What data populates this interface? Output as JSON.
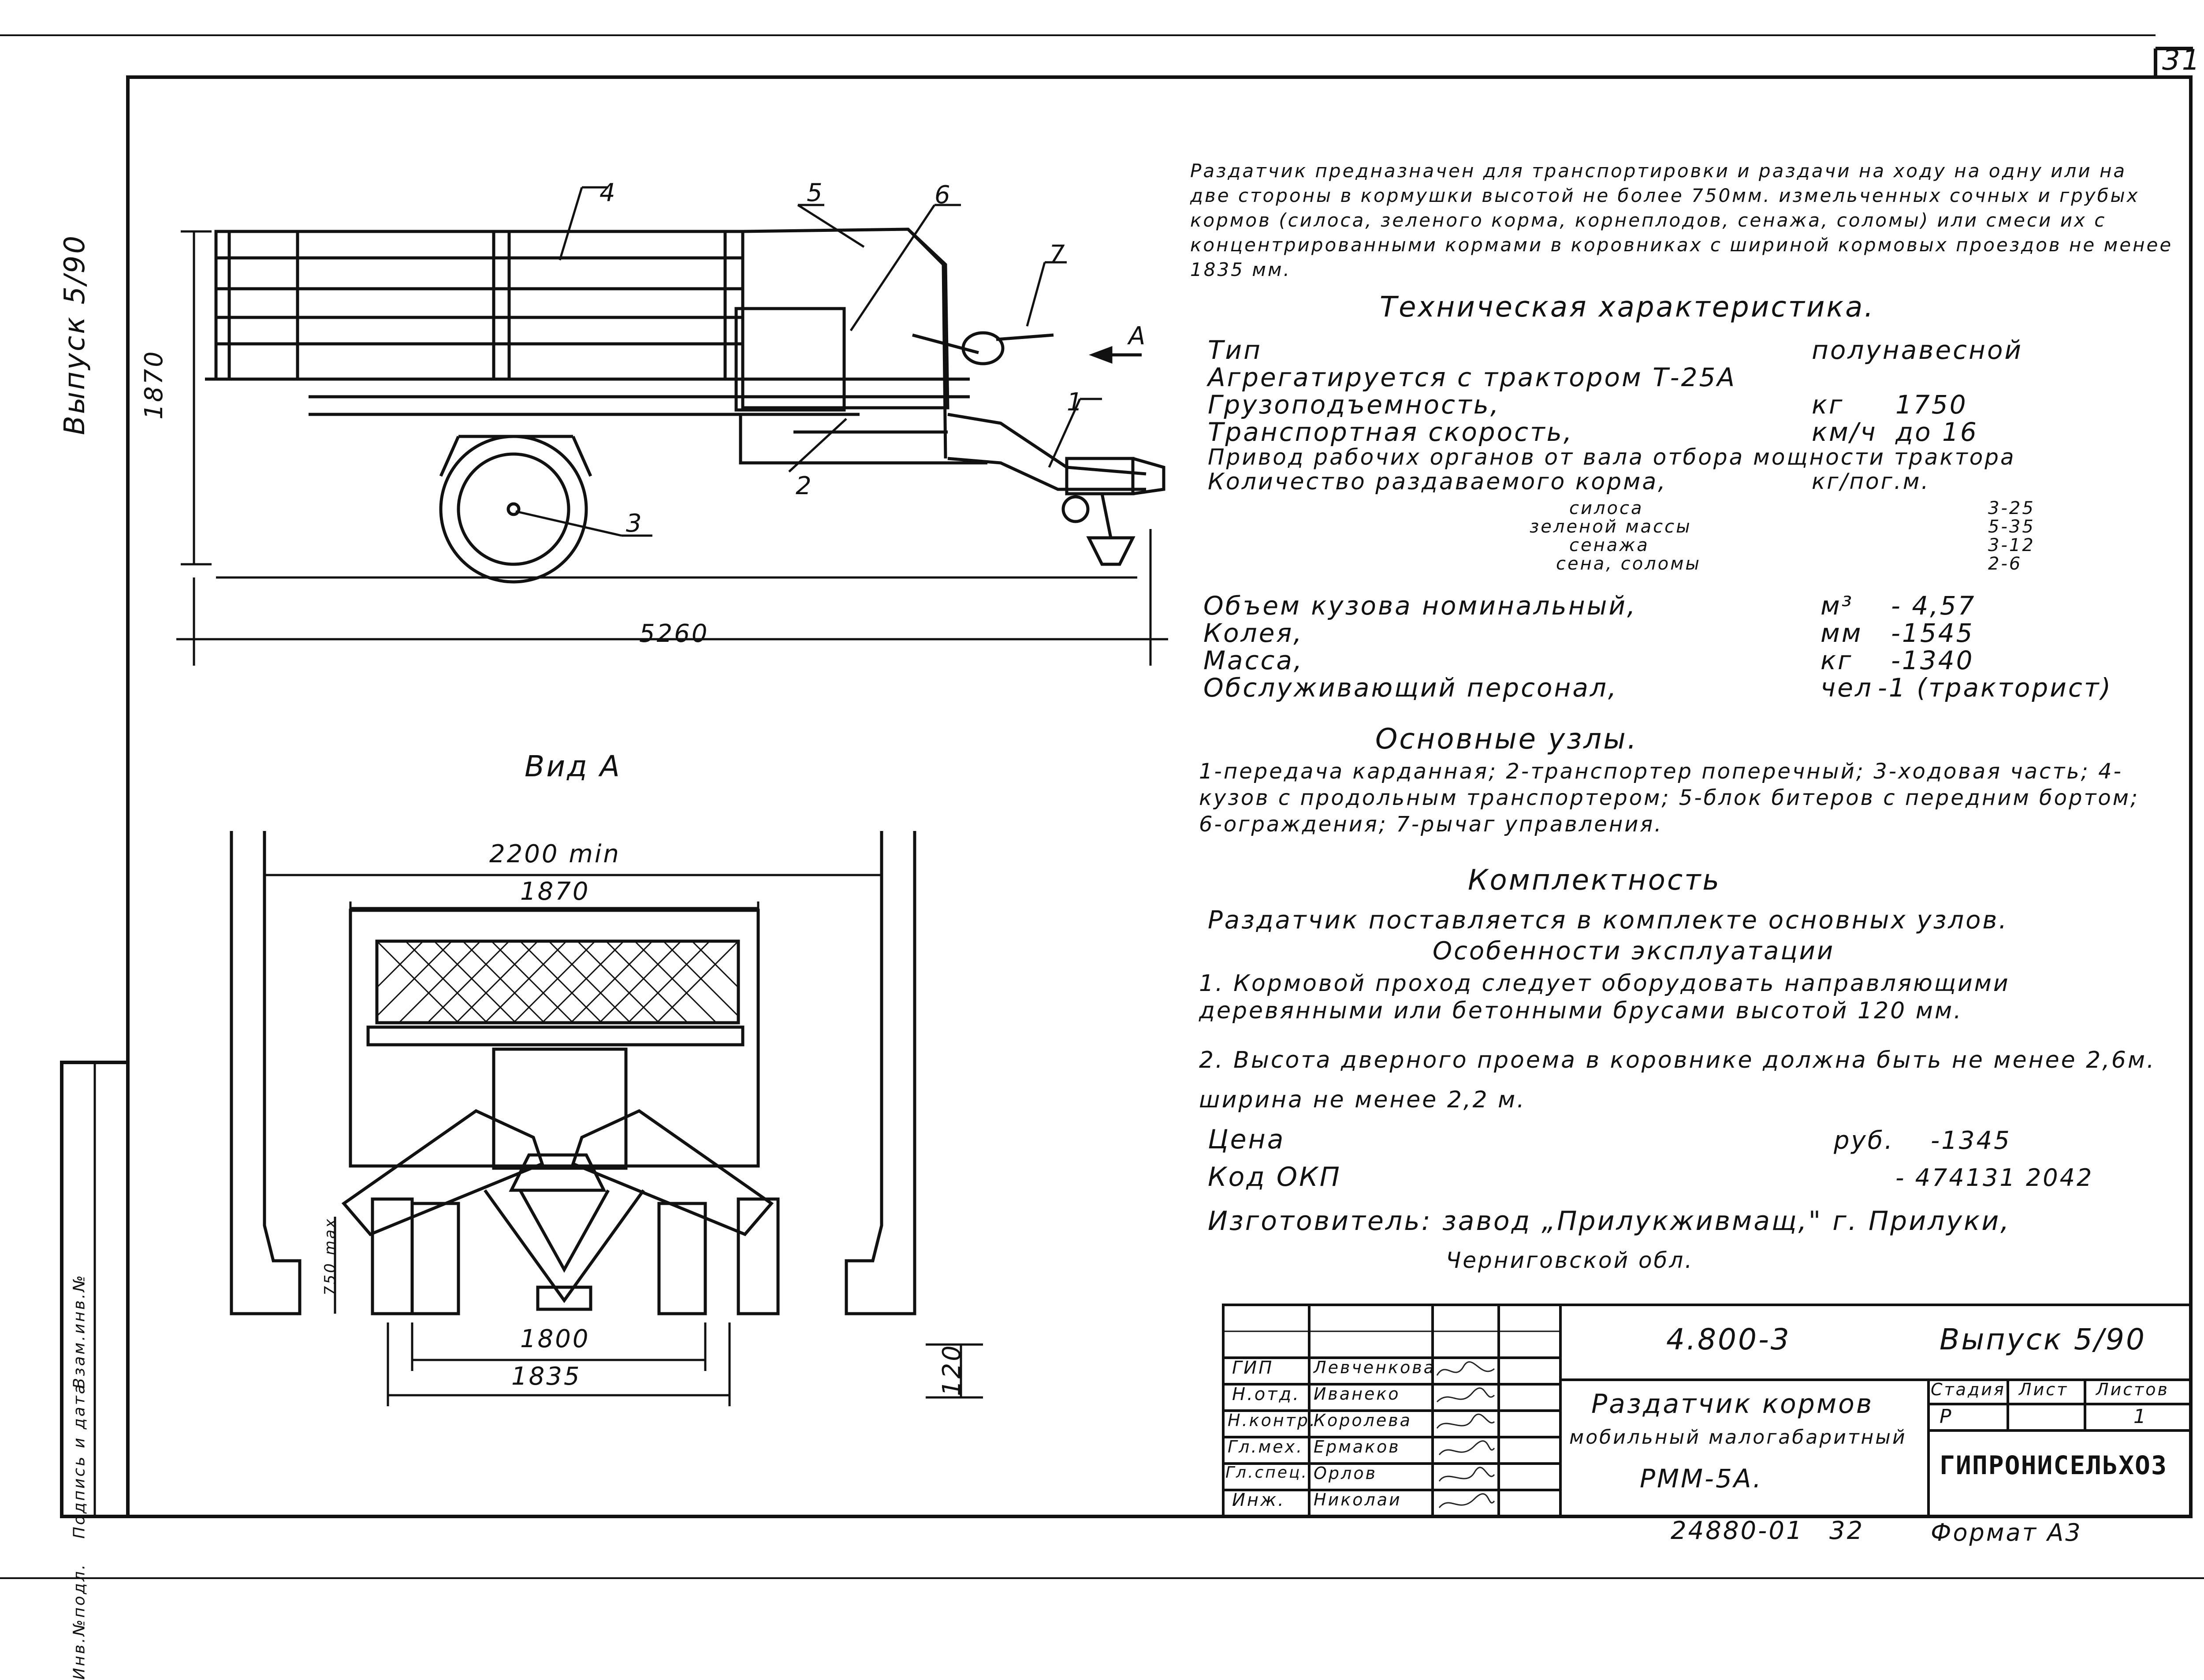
{
  "sheet_number": "31",
  "side_label": "Выпуск 5/90",
  "description": "Раздатчик предназначен для транспортировки и раздачи на ходу на одну или на две стороны в кормушки высотой не более 750мм. измельченных сочных и грубых кормов (силоса, зеленого корма, корнеплодов, сенажа, соломы) или смеси их с концентрированными кормами в коровниках с шириной кормовых проездов не менее 1835 мм.",
  "tech_heading": "Техническая характеристика.",
  "specs": [
    {
      "label": "Тип",
      "unit": "",
      "value": "полунавесной"
    },
    {
      "label": "Агрегатируется с трактором Т-25А",
      "unit": "",
      "value": ""
    },
    {
      "label": "Грузоподъемность,",
      "unit": "кг",
      "value": "1750"
    },
    {
      "label": "Транспортная скорость,",
      "unit": "км/ч",
      "value": "до 16"
    },
    {
      "label": "Привод рабочих органов от вала отбора мощности трактора",
      "unit": "",
      "value": ""
    },
    {
      "label": "Количество раздаваемого корма,",
      "unit": "кг/пог.м.",
      "value": ""
    }
  ],
  "feed_amounts": [
    {
      "name": "силоса",
      "value": "3-25"
    },
    {
      "name": "зеленой массы",
      "value": "5-35"
    },
    {
      "name": "сенажа",
      "value": "3-12"
    },
    {
      "name": "сена, соломы",
      "value": "2-6"
    }
  ],
  "specs2": [
    {
      "label": "Объем кузова номинальный,",
      "unit": "м³",
      "value": "- 4,57"
    },
    {
      "label": "Колея,",
      "unit": "мм",
      "value": "-1545"
    },
    {
      "label": "Масса,",
      "unit": "кг",
      "value": "-1340"
    },
    {
      "label": "Обслуживающий персонал,",
      "unit": "чел",
      "value": "-1 (тракторист)"
    }
  ],
  "units_heading": "Основные узлы.",
  "units_text": "1-передача карданная; 2-транспортер поперечный; 3-ходовая часть; 4-кузов с продольным транспортером; 5-блок битеров с передним бортом; 6-ограждения; 7-рычаг управления.",
  "kit_heading": "Комплектность",
  "kit_text": "Раздатчик поставляется в комплекте основных узлов.",
  "ops_heading": "Особенности эксплуатации",
  "ops_1": "1. Кормовой проход следует оборудовать направляющими деревянными или бетонными брусами высотой 120 мм.",
  "ops_2": "2. Высота дверного проема в коровнике должна быть не менее 2,6м. ширина не менее 2,2 м.",
  "price": {
    "label": "Цена",
    "unit": "руб.",
    "value": "-1345"
  },
  "okp": {
    "label": "Код ОКП",
    "value": "- 474131 2042"
  },
  "manufacturer_1": "Изготовитель: завод „Прилукживмащ,\" г. Прилуки,",
  "manufacturer_2": "Черниговской обл.",
  "view_a": "Вид А",
  "side_dims": {
    "length": "5260",
    "height": "1870",
    "arrow": "А"
  },
  "callouts": [
    "1",
    "2",
    "3",
    "4",
    "5",
    "6",
    "7"
  ],
  "front_dims": {
    "w_min": "2200 min",
    "w_body": "1870",
    "h_max": "750 max",
    "bottom1": "1800",
    "bottom2": "1835",
    "rail": "120"
  },
  "stamp": {
    "code": "4.800-3",
    "issue": "Выпуск 5/90",
    "title_1": "Раздатчик кормов",
    "title_2": "мобильный малогабаритный",
    "title_3": "РММ-5А.",
    "stage_h": "Стадия",
    "sheet_h": "Лист",
    "sheets_h": "Листов",
    "stage": "Р",
    "sheet": "",
    "sheets": "1",
    "org": "ГИПРОНИСЕЛЬХОЗ",
    "people": [
      {
        "role": "ГИП",
        "name": "Левченкова"
      },
      {
        "role": "Н.отд.",
        "name": "Иванеко"
      },
      {
        "role": "Н.контр.",
        "name": "Королева"
      },
      {
        "role": "Гл.мех.",
        "name": "Ермаков"
      },
      {
        "role": "Гл.спец.",
        "name": "Орлов"
      },
      {
        "role": "Инж.",
        "name": "Николаи"
      }
    ]
  },
  "footer_code": "24880-01",
  "footer_num": "32",
  "format": "Формат А3",
  "left_margin": [
    "Инв.№подл.",
    "Подпись и дата",
    "Взам.инв.№"
  ]
}
